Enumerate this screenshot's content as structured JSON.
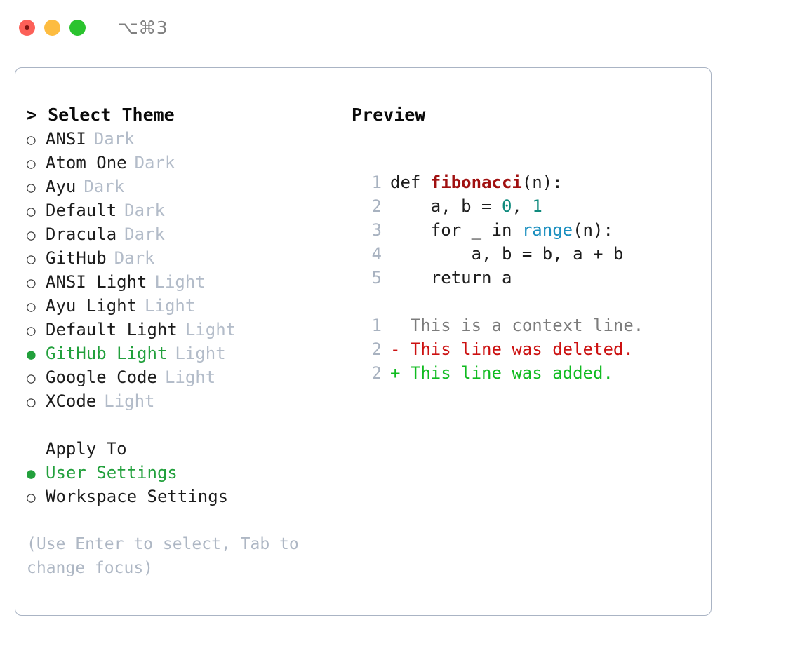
{
  "titlebar": {
    "shortcut": "⌥⌘3",
    "buttons": [
      {
        "name": "close",
        "color": "#fc6058"
      },
      {
        "name": "minimize",
        "color": "#fdbc40"
      },
      {
        "name": "maximize",
        "color": "#2ac32e"
      }
    ]
  },
  "left": {
    "title": "> Select Theme",
    "themes": [
      {
        "marker": "○",
        "label": "ANSI",
        "tag": "Dark",
        "selected": false
      },
      {
        "marker": "○",
        "label": "Atom One",
        "tag": "Dark",
        "selected": false
      },
      {
        "marker": "○",
        "label": "Ayu",
        "tag": "Dark",
        "selected": false
      },
      {
        "marker": "○",
        "label": "Default",
        "tag": "Dark",
        "selected": false
      },
      {
        "marker": "○",
        "label": "Dracula",
        "tag": "Dark",
        "selected": false
      },
      {
        "marker": "○",
        "label": "GitHub",
        "tag": "Dark",
        "selected": false
      },
      {
        "marker": "○",
        "label": "ANSI Light",
        "tag": "Light",
        "selected": false
      },
      {
        "marker": "○",
        "label": "Ayu Light",
        "tag": "Light",
        "selected": false
      },
      {
        "marker": "○",
        "label": "Default Light",
        "tag": "Light",
        "selected": false
      },
      {
        "marker": "●",
        "label": "GitHub Light",
        "tag": "Light",
        "selected": true
      },
      {
        "marker": "○",
        "label": "Google Code",
        "tag": "Light",
        "selected": false
      },
      {
        "marker": "○",
        "label": "XCode",
        "tag": "Light",
        "selected": false
      }
    ],
    "apply_to_heading": "Apply To",
    "apply_to": [
      {
        "marker": "●",
        "label": "User Settings",
        "selected": true
      },
      {
        "marker": "○",
        "label": "Workspace Settings",
        "selected": false
      }
    ],
    "hint": "(Use Enter to select, Tab to change focus)"
  },
  "right": {
    "title": "Preview",
    "code_lines": [
      {
        "num": "1",
        "indent": "",
        "parts": [
          {
            "t": "def ",
            "c": "plain"
          },
          {
            "t": "fibonacci",
            "c": "fn"
          },
          {
            "t": "(n):",
            "c": "plain"
          }
        ]
      },
      {
        "num": "2",
        "indent": "    ",
        "parts": [
          {
            "t": "a, b = ",
            "c": "plain"
          },
          {
            "t": "0",
            "c": "num"
          },
          {
            "t": ", ",
            "c": "plain"
          },
          {
            "t": "1",
            "c": "num"
          }
        ]
      },
      {
        "num": "3",
        "indent": "    ",
        "parts": [
          {
            "t": "for _ in ",
            "c": "plain"
          },
          {
            "t": "range",
            "c": "call"
          },
          {
            "t": "(n):",
            "c": "plain"
          }
        ]
      },
      {
        "num": "4",
        "indent": "        ",
        "parts": [
          {
            "t": "a, b = b, a + b",
            "c": "plain"
          }
        ]
      },
      {
        "num": "5",
        "indent": "    ",
        "parts": [
          {
            "t": "return a",
            "c": "plain"
          }
        ]
      }
    ],
    "diff_lines": [
      {
        "num": "1",
        "sign": "  ",
        "text": "This is a context line.",
        "kind": "ctx"
      },
      {
        "num": "2",
        "sign": "- ",
        "text": "This line was deleted.",
        "kind": "del"
      },
      {
        "num": "2",
        "sign": "+ ",
        "text": "This line was added.",
        "kind": "add"
      }
    ]
  },
  "colors": {
    "accent_green": "#22a03c",
    "tag_gray": "#b3bcc9",
    "border": "#aab4c4",
    "diff_delete": "#cc1111",
    "diff_add": "#10bb20",
    "fn_red": "#a01010",
    "num_teal": "#0f8a7d",
    "call_blue": "#1a8fbf"
  }
}
